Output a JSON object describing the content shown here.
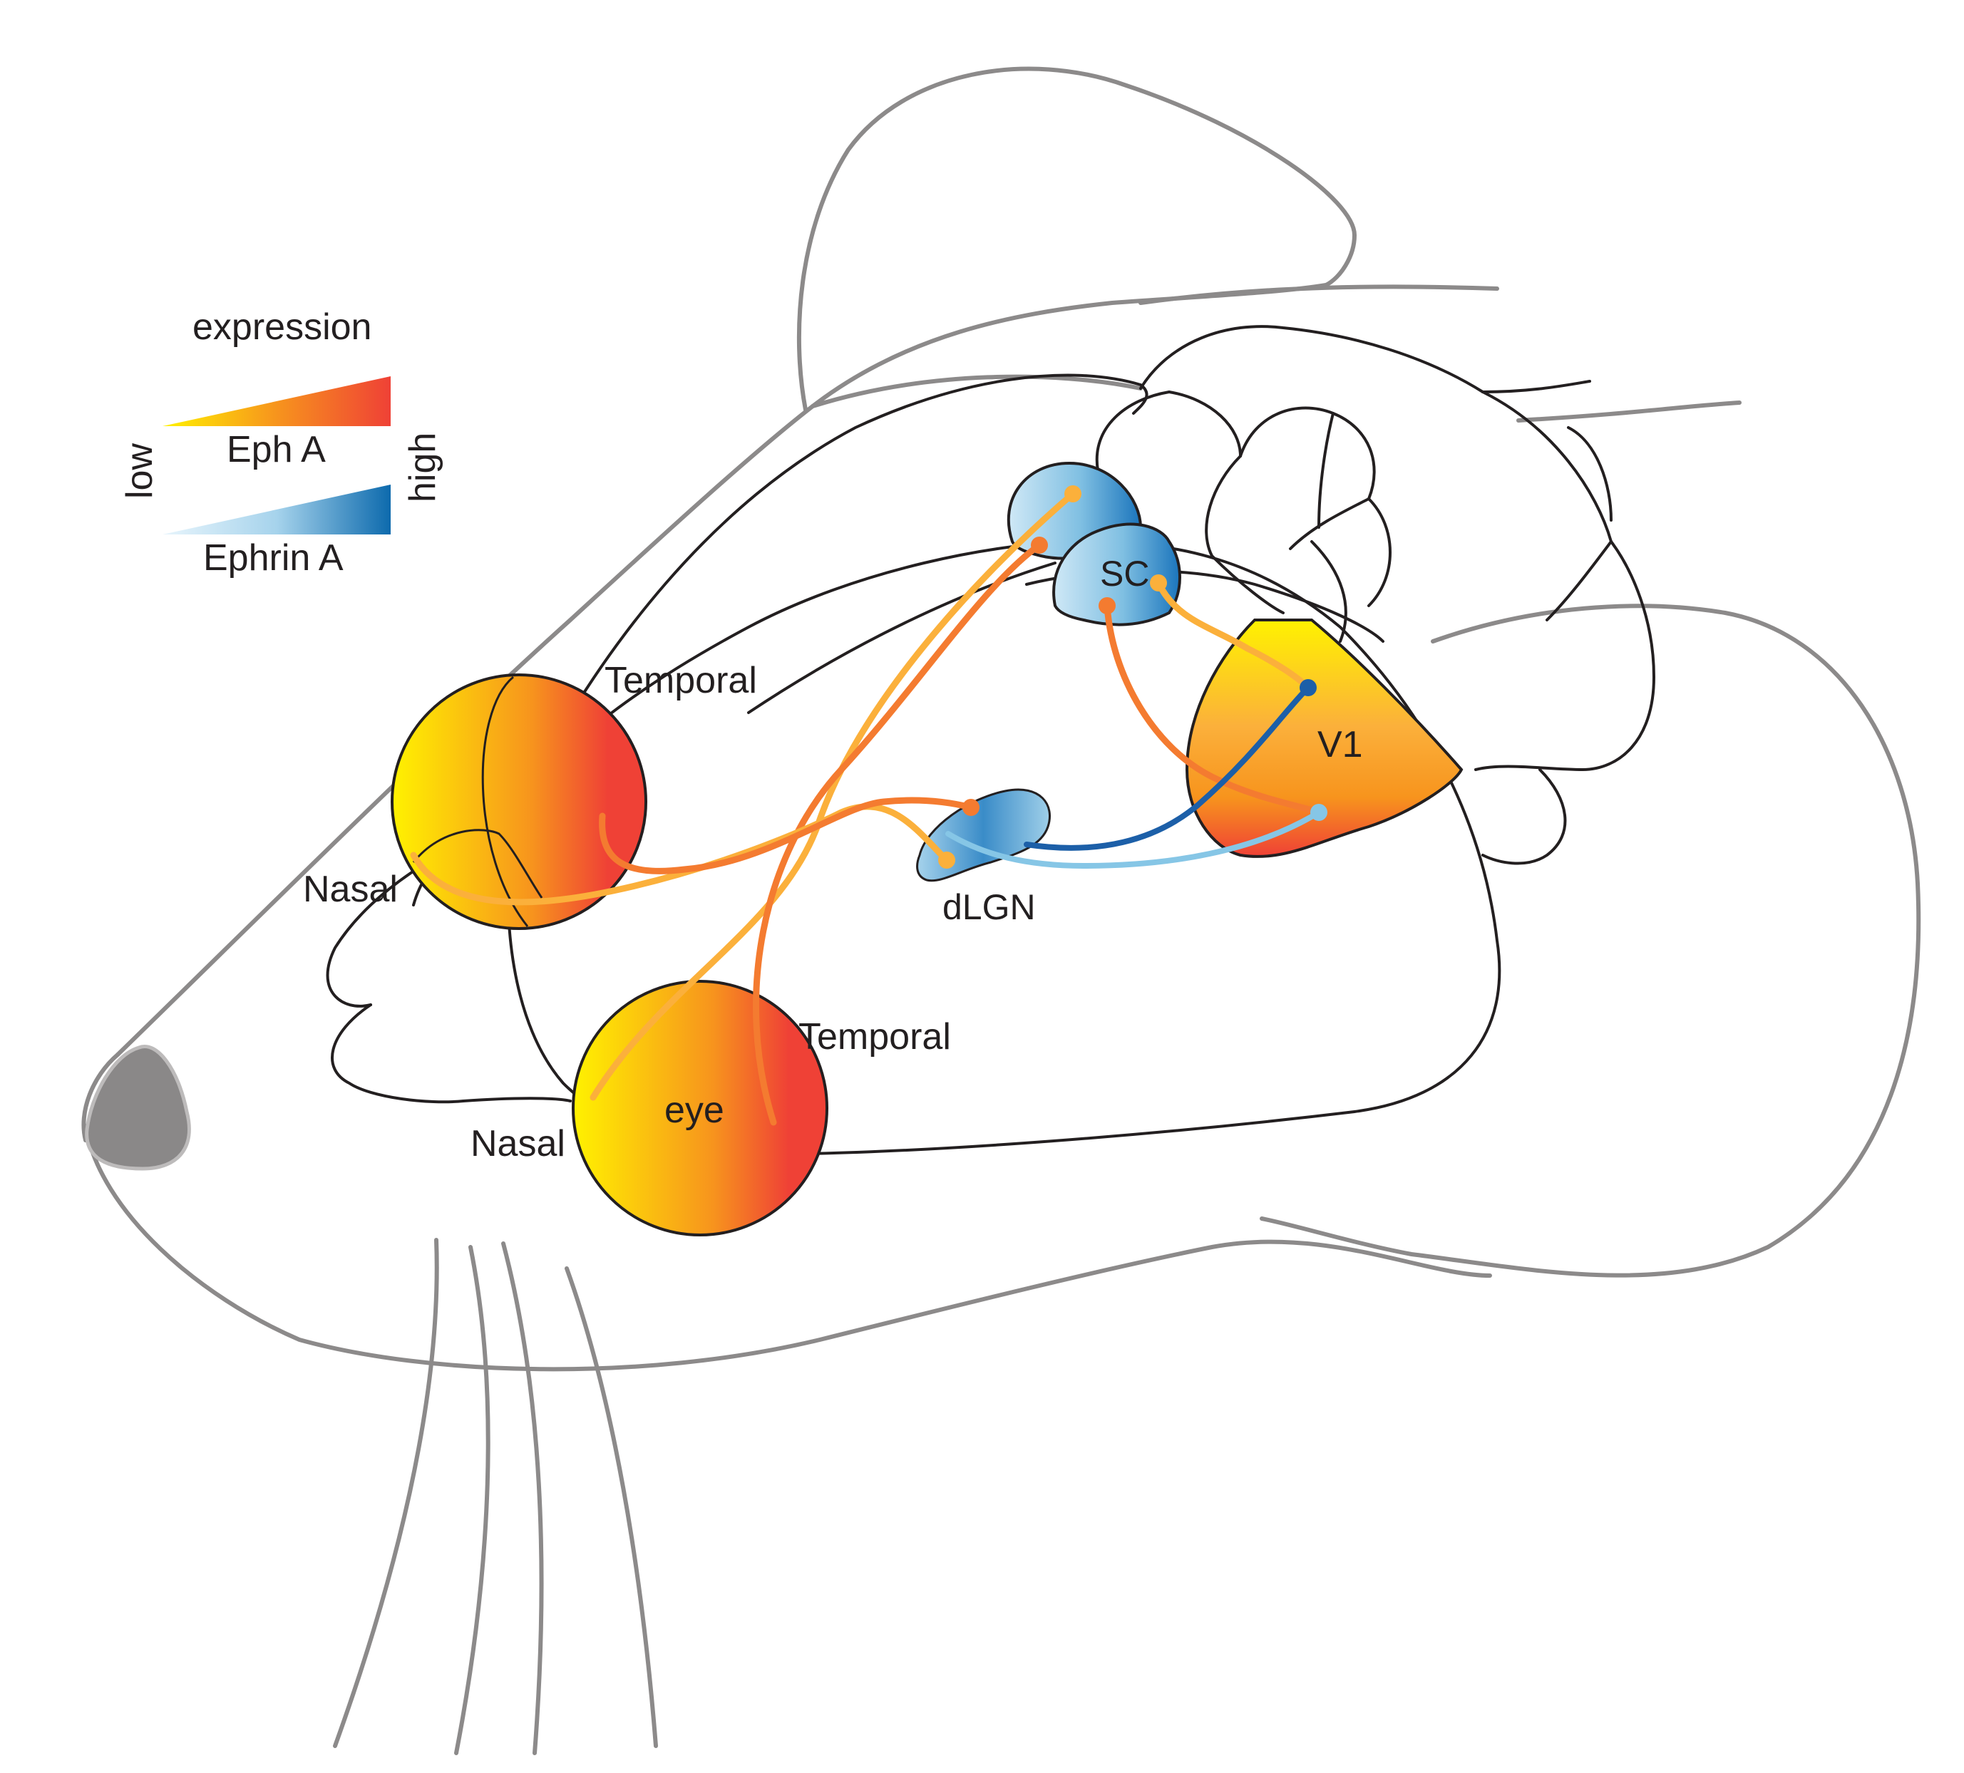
{
  "legend": {
    "title": "expression",
    "low": "low",
    "high": "high",
    "eph_a": "Eph A",
    "ephrin_a": "Ephrin A"
  },
  "labels": {
    "temporal_upper": "Temporal",
    "nasal_upper": "Nasal",
    "temporal_lower": "Temporal",
    "nasal_lower": "Nasal",
    "eye": "eye",
    "sc": "SC",
    "dlgn": "dLGN",
    "v1": "V1"
  },
  "colors": {
    "eph_low": "#fff200",
    "eph_mid": "#f7941d",
    "eph_high": "#ef4136",
    "ephrin_low": "#e1f1fb",
    "ephrin_mid": "#9fcfe9",
    "ephrin_high": "#1b75bc",
    "axon_yellow": "#fbb03b",
    "axon_orange": "#f47b30",
    "axon_dark_blue": "#1c5fa8",
    "axon_light_blue": "#86c6e6",
    "head_outline": "#8c8a8a",
    "brain_outline": "#231f20",
    "nose": "#8a8888"
  }
}
